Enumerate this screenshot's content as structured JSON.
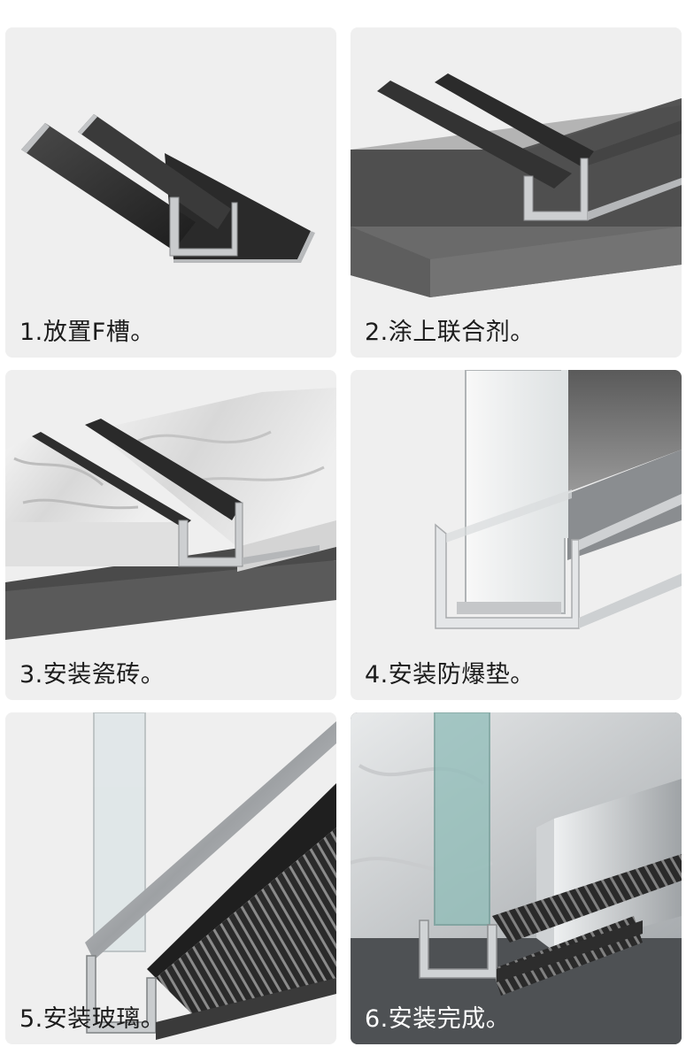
{
  "steps": [
    {
      "caption": "1.放置F槽。"
    },
    {
      "caption": "2.涂上联合剂。"
    },
    {
      "caption": "3.安装瓷砖。"
    },
    {
      "caption": "4.安装防爆垫。"
    },
    {
      "caption": "5.安装玻璃。"
    },
    {
      "caption": "6.安装完成。"
    }
  ],
  "colors": {
    "card_background": "#efefef",
    "profile_dark": "#2e2e2e",
    "profile_silver": "#c9cbcd",
    "board_grey": "#5a5a5a",
    "glass_tint": "#9fc7c4",
    "marble": "#e6e6e6"
  }
}
